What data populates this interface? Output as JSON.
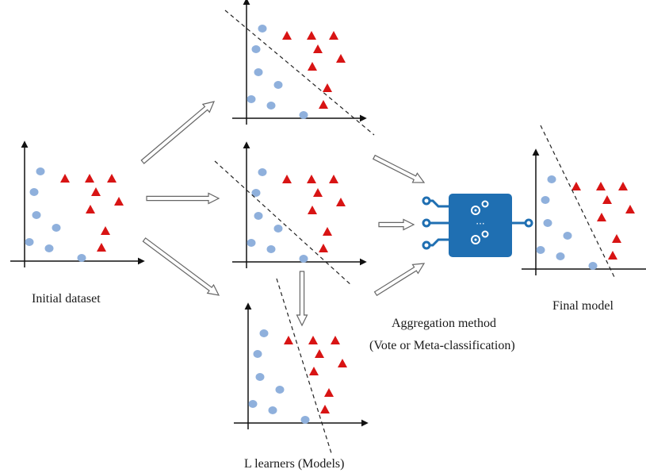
{
  "labels": {
    "initial": "Initial dataset",
    "learners": "L learners (Models)",
    "aggregation_line1": "Aggregation method",
    "aggregation_line2": "(Vote or Meta-classification)",
    "final": "Final model"
  },
  "icon": {
    "name": "integrated-circuit-gears-icon",
    "glyph": "···"
  },
  "colors": {
    "circle": "#8fb0dc",
    "triangle": "#d81414",
    "axis": "#111111",
    "boundary": "#222222",
    "chip": "#1f6fb2",
    "arrow_stroke": "#666666"
  }
}
